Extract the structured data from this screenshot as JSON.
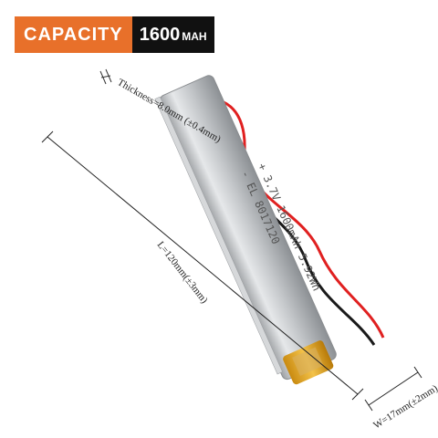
{
  "badge": {
    "label": "CAPACITY",
    "value": "1600",
    "unit": "MAH"
  },
  "dimensions": {
    "thickness": "Thickness=8.0mm  (±0.4mm)",
    "length": "L=120mm(±3mm)",
    "width": "W=17mm(±2mm)"
  },
  "battery_print": {
    "line1": "+ 3.7V 1600mAh 5.92Wh",
    "line2": "- EL  8017120"
  },
  "colors": {
    "badge_label_bg": "#e8702a",
    "badge_value_bg": "#111111",
    "battery_body": "#c9cbcd",
    "wire_red": "#e02020",
    "wire_black": "#1a1a1a",
    "tape_yellow": "#e8b020"
  }
}
